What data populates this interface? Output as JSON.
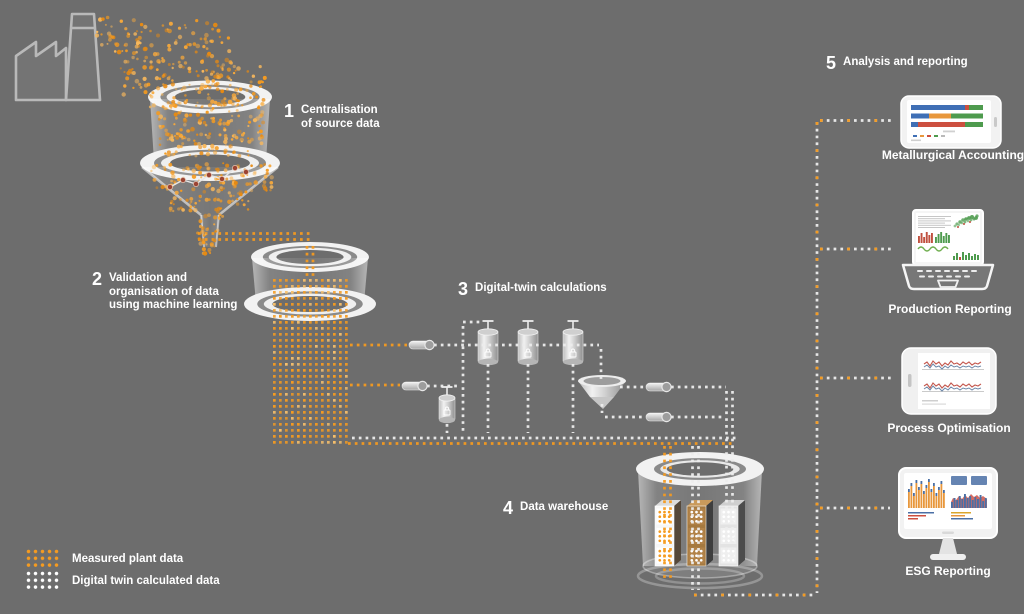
{
  "canvas": {
    "background": "#6D6D6D",
    "accent_orange": "#F59B20",
    "dot_white": "#EDEDED",
    "text_color": "#FFFFFF"
  },
  "steps": [
    {
      "num": "1",
      "label": "Centralisation\nof source data"
    },
    {
      "num": "2",
      "label": "Validation and\norganisation of data\nusing machine learning"
    },
    {
      "num": "3",
      "label": "Digital-twin calculations"
    },
    {
      "num": "4",
      "label": "Data warehouse"
    },
    {
      "num": "5",
      "label": "Analysis and reporting"
    }
  ],
  "devices": [
    {
      "label": "Metallurgical Accounting",
      "icon": "tablet-stacked-bar-chart"
    },
    {
      "label": "Production Reporting",
      "icon": "laptop-dashboard"
    },
    {
      "label": "Process Optimisation",
      "icon": "tablet-line-charts"
    },
    {
      "label": "ESG Reporting",
      "icon": "monitor-bar-charts"
    }
  ],
  "legend": [
    {
      "label": "Measured plant data",
      "dot_color": "#F59B20"
    },
    {
      "label": "Digital twin calculated data",
      "dot_color": "#FFFFFF"
    }
  ]
}
